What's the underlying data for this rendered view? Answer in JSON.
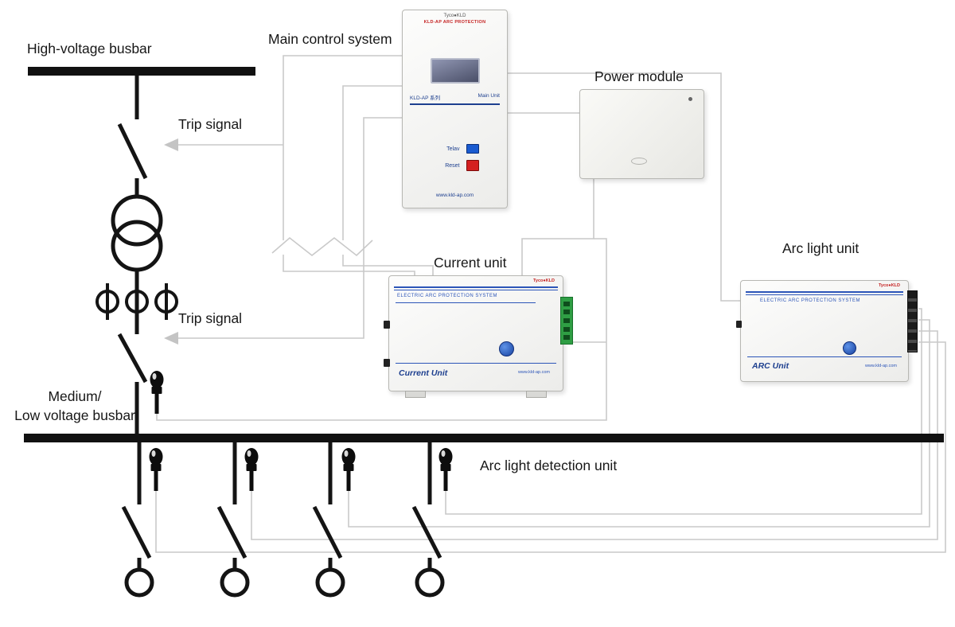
{
  "colors": {
    "wire": "#c9c9c9",
    "symbol": "#141414",
    "accent_blue": "#1d3f8f",
    "accent_red": "#d41f1f",
    "terminal_green": "#2f9e44"
  },
  "labels": {
    "high_voltage_busbar": "High-voltage busbar",
    "main_control_system": "Main control system",
    "power_module": "Power module",
    "trip_signal_top": "Trip signal",
    "trip_signal_bottom": "Trip signal",
    "current_unit": "Current unit",
    "arc_light_unit": "Arc light unit",
    "medium_low_busbar": "Medium/\nLow voltage busbar",
    "arc_light_detection_unit": "Arc light detection unit"
  },
  "devices": {
    "main_control": {
      "brand": "Tyco●KLD",
      "title": "KLD-AP ARC PROTECTION",
      "model": "KLD-AP 系列",
      "unit": "Main Unit",
      "button1_label": "Telav",
      "button2_label": "Reset",
      "website": "www.kld-ap.com"
    },
    "current_unit": {
      "brand": "Tyco●KLD",
      "header": "ELECTRIC ARC PROTECTION SYSTEM",
      "name": "Current Unit",
      "website": "www.kld-ap.com"
    },
    "arc_unit": {
      "brand": "Tyco●KLD",
      "header": "ELECTRIC ARC PROTECTION SYSTEM",
      "name": "ARC Unit",
      "website": "www.kld-ap.com"
    }
  }
}
